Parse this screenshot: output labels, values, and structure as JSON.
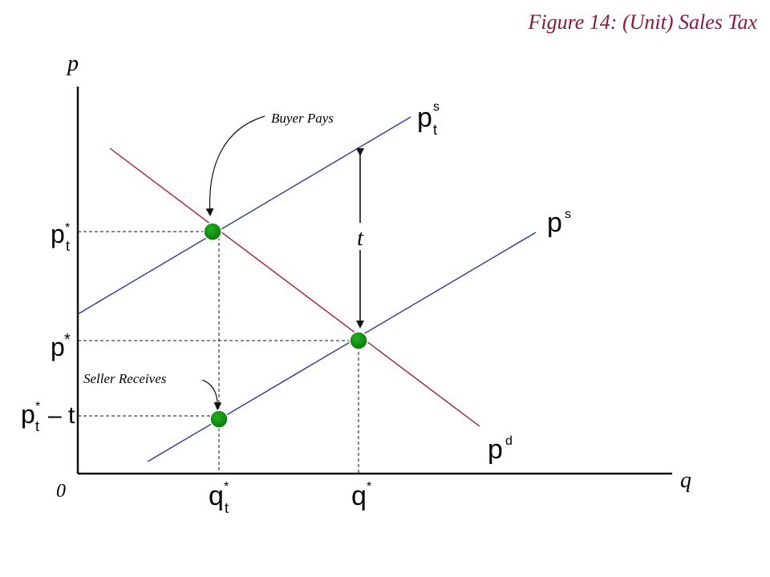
{
  "title": {
    "prefix": "Figure 14: (",
    "unit": "Unit",
    "suffix": ") Sales Tax",
    "color": "#8b1a3a"
  },
  "axes": {
    "y_label": "p",
    "x_label": "q",
    "origin": "0"
  },
  "curves": {
    "supply_taxed": {
      "base": "p",
      "sub": "t",
      "sup": "s",
      "color": "#2b3b9a"
    },
    "supply": {
      "base": "p",
      "sup": "s",
      "color": "#2b3b9a"
    },
    "demand": {
      "base": "p",
      "sup": "d",
      "color": "#a0202a"
    }
  },
  "price_labels": {
    "buyer_price": {
      "base": "p",
      "sub": "t",
      "sup": "*"
    },
    "equilibrium_price": {
      "base": "p",
      "sup": "*"
    },
    "seller_price": {
      "base": "p",
      "sub": "t",
      "sup": "*",
      "tail": "– t"
    }
  },
  "quantity_labels": {
    "taxed_quantity": {
      "base": "q",
      "sub": "t",
      "sup": "*"
    },
    "equilibrium_quantity": {
      "base": "q",
      "sup": "*"
    }
  },
  "tax_label": "t",
  "annotations": {
    "buyer": "Buyer Pays",
    "seller": "Seller Receives"
  },
  "point_color": "#0f8a0f"
}
